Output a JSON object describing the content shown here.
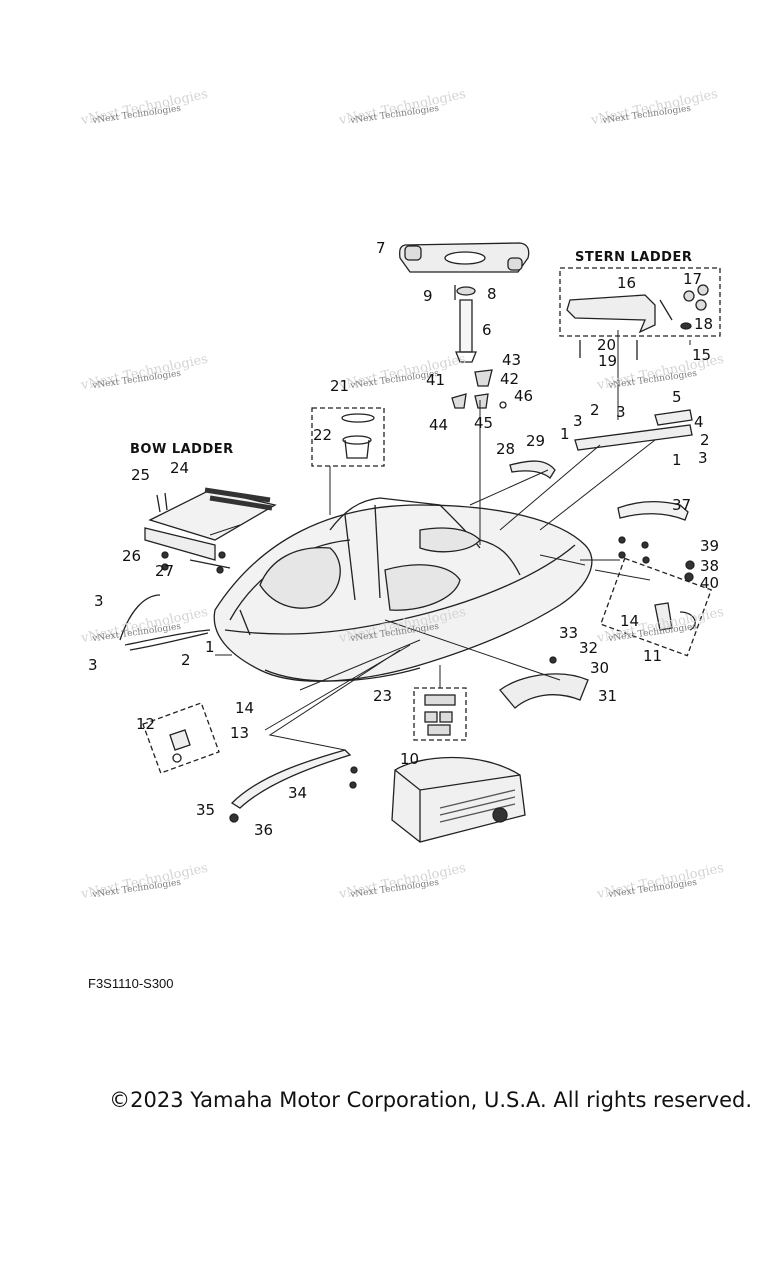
{
  "watermark_text": "vNext Technologies",
  "sections": {
    "stern_ladder": "STERN LADDER",
    "bow_ladder": "BOW LADDER"
  },
  "callouts": [
    "1",
    "1",
    "1",
    "2",
    "2",
    "2",
    "3",
    "3",
    "3",
    "3",
    "3",
    "4",
    "5",
    "6",
    "7",
    "8",
    "9",
    "10",
    "11",
    "12",
    "13",
    "14",
    "14",
    "15",
    "16",
    "17",
    "18",
    "19",
    "20",
    "21",
    "22",
    "23",
    "24",
    "25",
    "26",
    "27",
    "28",
    "29",
    "30",
    "31",
    "32",
    "33",
    "34",
    "35",
    "36",
    "37",
    "38",
    "39",
    "40",
    "41",
    "42",
    "43",
    "44",
    "45",
    "46"
  ],
  "figure_code": "F3S1110-S300",
  "copyright": "©2023 Yamaha Motor Corporation, U.S.A. All rights reserved."
}
